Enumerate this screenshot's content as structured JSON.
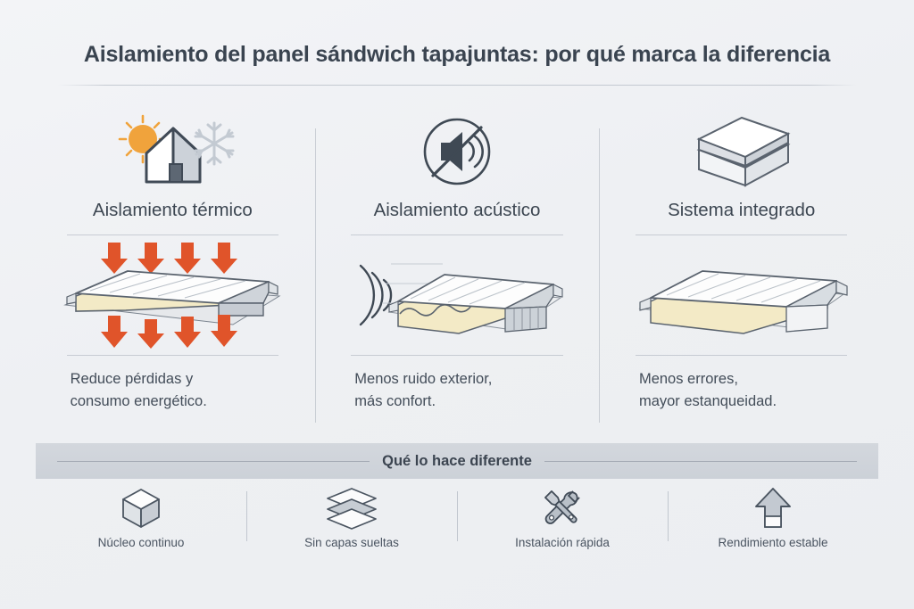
{
  "header": {
    "title": "Aislamiento del panel sándwich tapajuntas: por qué marca la diferencia"
  },
  "columns": [
    {
      "icon": "house-sun-snowflake-icon",
      "heading": "Aislamiento térmico",
      "illustration": "sandwich-panel-heat-arrows-illustration",
      "caption": "Reduce pérdidas y\nconsumo energético."
    },
    {
      "icon": "muted-speaker-icon",
      "heading": "Aislamiento acústico",
      "illustration": "sandwich-panel-soundwaves-illustration",
      "caption": "Menos ruido exterior,\nmás confort."
    },
    {
      "icon": "layered-box-icon",
      "heading": "Sistema integrado",
      "illustration": "sandwich-panel-plain-illustration",
      "caption": "Menos errores,\nmayor estanqueidad."
    }
  ],
  "banner": {
    "text": "Qué lo hace diferente"
  },
  "features": [
    {
      "icon": "cube-icon",
      "label": "Núcleo continuo"
    },
    {
      "icon": "layers-icon",
      "label": "Sin capas sueltas"
    },
    {
      "icon": "tools-icon",
      "label": "Instalación rápida"
    },
    {
      "icon": "up-arrow-icon",
      "label": "Rendimiento estable"
    }
  ],
  "colors": {
    "background": "#eef0f3",
    "ink": "#3c4652",
    "accent_orange": "#e0542a",
    "sun_orange": "#f0a33c",
    "core_cream": "#f3eac6",
    "panel_gray": "#c9ced4",
    "banner_gray": "#d0d5db",
    "rule_gray": "#a0a8b4"
  }
}
